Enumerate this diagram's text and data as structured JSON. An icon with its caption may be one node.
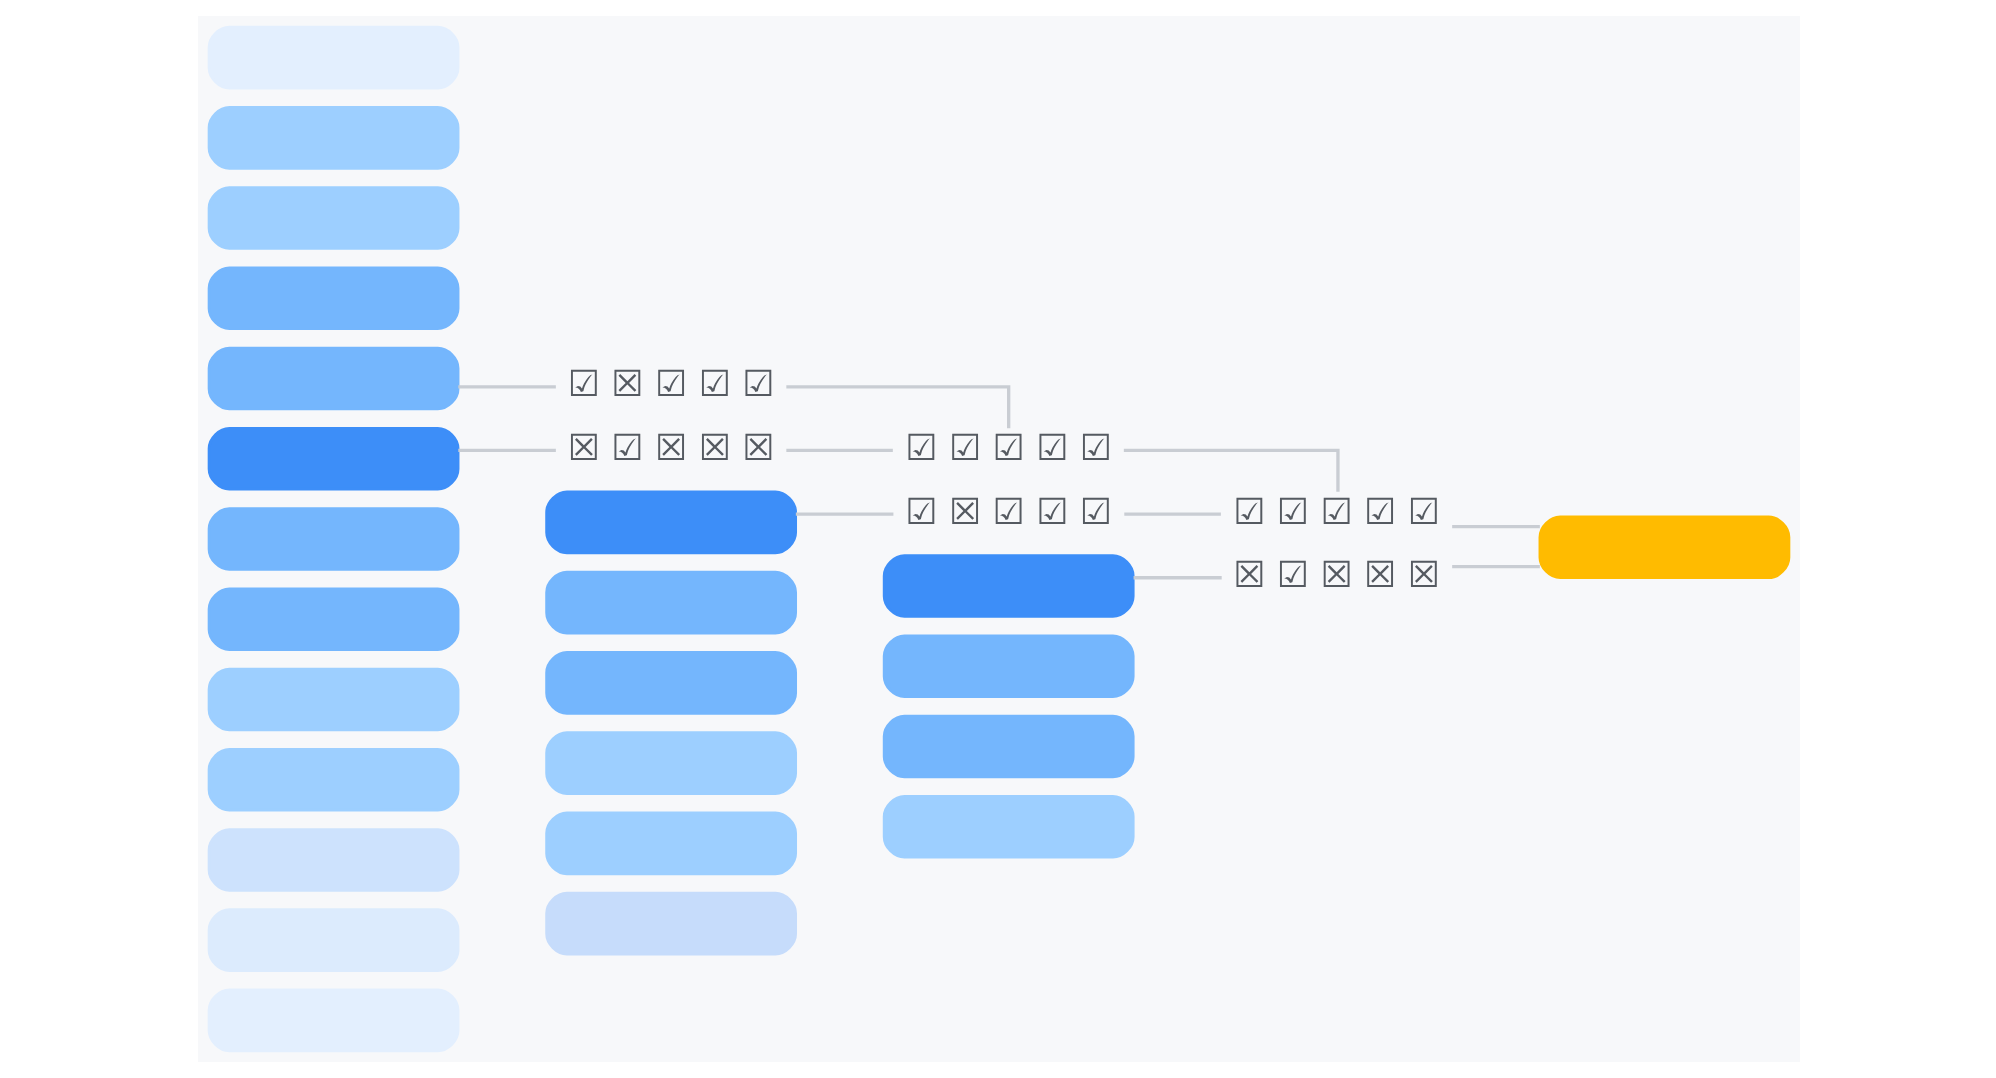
{
  "diagram": {
    "nodes": [
      {
        "text": [],
        "shape": "box"
      },
      {
        "text": [],
        "shape": "box"
      },
      {
        "text": [],
        "shape": "box"
      },
      {
        "text": [],
        "shape": "box"
      },
      {
        "text": [],
        "shape": "box"
      },
      {
        "text": [
          "☑ ☒ ☑ ☑ ☑"
        ]
      },
      {
        "text": [
          "☒ ☑ ☒ ☒ ☒"
        ]
      },
      {
        "text": [],
        "shape": "box"
      },
      {
        "text": [],
        "shape": "box"
      },
      {
        "text": [],
        "shape": "box"
      },
      {
        "text": [],
        "shape": "box"
      },
      {
        "text": [],
        "shape": "box"
      },
      {
        "text": [],
        "shape": "box"
      },
      {
        "text": [],
        "shape": "box"
      },
      {
        "text": [],
        "shape": "box"
      },
      {
        "text": [
          "☑ ☑ ☑ ☑ ☑"
        ]
      },
      {
        "text": [
          "☑ ☒ ☑ ☑ ☑"
        ]
      },
      {
        "text": [],
        "shape": "box"
      },
      {
        "text": [],
        "shape": "box"
      },
      {
        "text": [],
        "shape": "box"
      },
      {
        "text": [],
        "shape": "box"
      },
      {
        "text": [],
        "shape": "box"
      },
      {
        "text": [],
        "shape": "box"
      },
      {
        "text": [
          "☑ ☑ ☑ ☑ ☑"
        ]
      },
      {
        "text": [
          "☒ ☑ ☒ ☒ ☒"
        ]
      },
      {
        "text": [],
        "shape": "box"
      },
      {
        "text": [],
        "shape": "box"
      },
      {
        "text": [],
        "shape": "box"
      },
      {
        "text": [],
        "shape": "box"
      },
      {
        "text": [],
        "shape": "box"
      }
    ],
    "edges": [
      {
        "from": 4,
        "to": 5,
        "arrow": "none"
      },
      {
        "from": 5,
        "to": 15,
        "arrow": "none"
      },
      {
        "from": 7,
        "to": 6,
        "arrow": "none"
      },
      {
        "from": 6,
        "to": 15,
        "arrow": "none"
      },
      {
        "from": 15,
        "to": 23,
        "arrow": "none"
      },
      {
        "from": 17,
        "to": 16,
        "arrow": "none"
      },
      {
        "from": 16,
        "to": 23,
        "arrow": "none"
      },
      {
        "from": 23,
        "to": 29,
        "arrow": "none"
      },
      {
        "from": 25,
        "to": 24,
        "arrow": "none"
      },
      {
        "from": 24,
        "to": 29,
        "arrow": "none"
      }
    ]
  }
}
